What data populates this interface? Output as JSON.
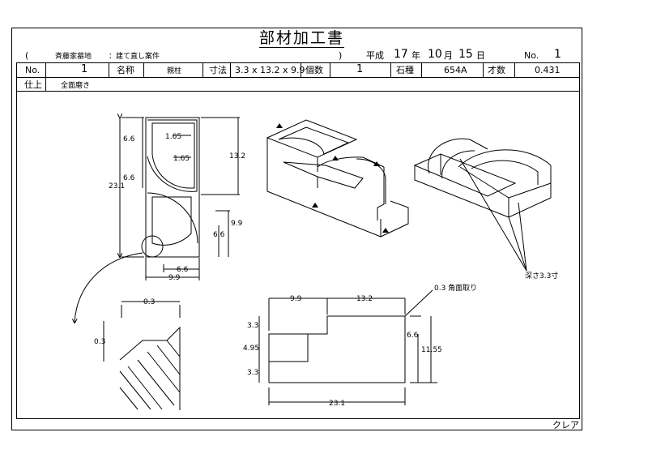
{
  "title": "部材加工書",
  "header": {
    "paren_open": "(",
    "client": "斉藤家墓地",
    "project": "：建て直し案件",
    "paren_close": ")",
    "era": "平成",
    "year": "17",
    "year_unit": "年",
    "month": "10",
    "month_unit": "月",
    "day": "15",
    "day_unit": "日",
    "no_label": "No.",
    "no_value": "1"
  },
  "spec_row": {
    "no_label": "No.",
    "no_value": "1",
    "name_label": "名称",
    "name_value": "親柱",
    "size_label": "寸法",
    "size_value": "3.3 x 13.2 x 9.9",
    "count_label": "個数",
    "count_value": "1",
    "stone_label": "石種",
    "stone_value": "654A",
    "volume_label": "才数",
    "volume_value": "0.431"
  },
  "finish_row": {
    "label": "仕上",
    "value": "全面磨き"
  },
  "plan_dims": {
    "d1": "6.6",
    "d2": "1.65",
    "d3": "1.65",
    "d4": "6.6",
    "d5": "23.1",
    "d6": "13.2",
    "d7": "9.9",
    "d8": "6.6",
    "d9": "6.6",
    "d10": "9.9"
  },
  "detail_dims": {
    "top": "0.3",
    "side": "0.3"
  },
  "side_dims": {
    "top_left": "9.9",
    "top_right": "13.2",
    "chamfer": "0.3 角面取り",
    "l1": "3.3",
    "l2": "4.95",
    "l3": "3.3",
    "r1": "6.6",
    "r2": "11.55",
    "bottom": "23.1"
  },
  "iso_note": "深さ3.3寸",
  "footer": "クレア"
}
